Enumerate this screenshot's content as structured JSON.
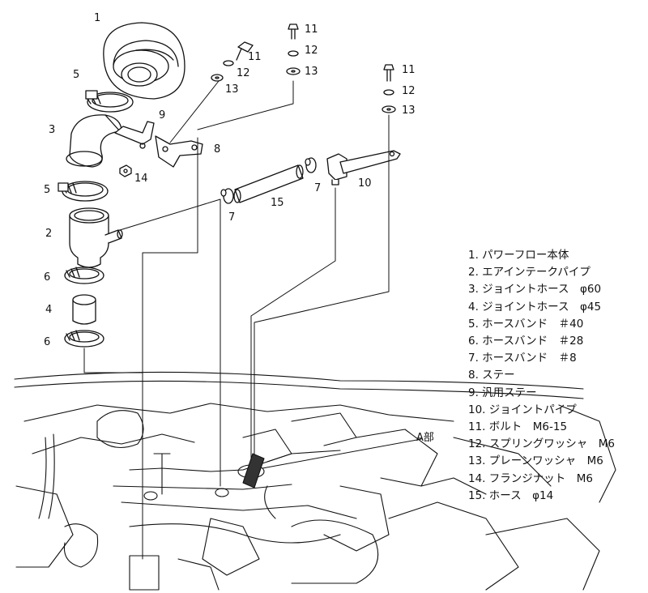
{
  "callouts": {
    "c1": "1",
    "c2": "2",
    "c3": "3",
    "c4": "4",
    "c5a": "5",
    "c5b": "5",
    "c6a": "6",
    "c6b": "6",
    "c7a": "7",
    "c7b": "7",
    "c8": "8",
    "c9": "9",
    "c10": "10",
    "c11a": "11",
    "c11b": "11",
    "c11c": "11",
    "c12a": "12",
    "c12b": "12",
    "c12c": "12",
    "c13a": "13",
    "c13b": "13",
    "c13c": "13",
    "c14": "14",
    "c15": "15",
    "detail_a": "A部"
  },
  "parts_list": [
    "1. パワーフロー本体",
    "2. エアインテークパイプ",
    "3. ジョイントホース　φ60",
    "4. ジョイントホース　φ45",
    "5. ホースバンド　＃40",
    "6. ホースバンド　＃28",
    "7. ホースバンド　＃8",
    "8. ステー",
    "9. 汎用ステー",
    "10. ジョイントパイプ",
    "11. ボルト　M6-15",
    "12. スプリングワッシャ　M6",
    "13. プレーンワッシャ　M6",
    "14. フランジナット　M6",
    "15. ホース　φ14"
  ]
}
